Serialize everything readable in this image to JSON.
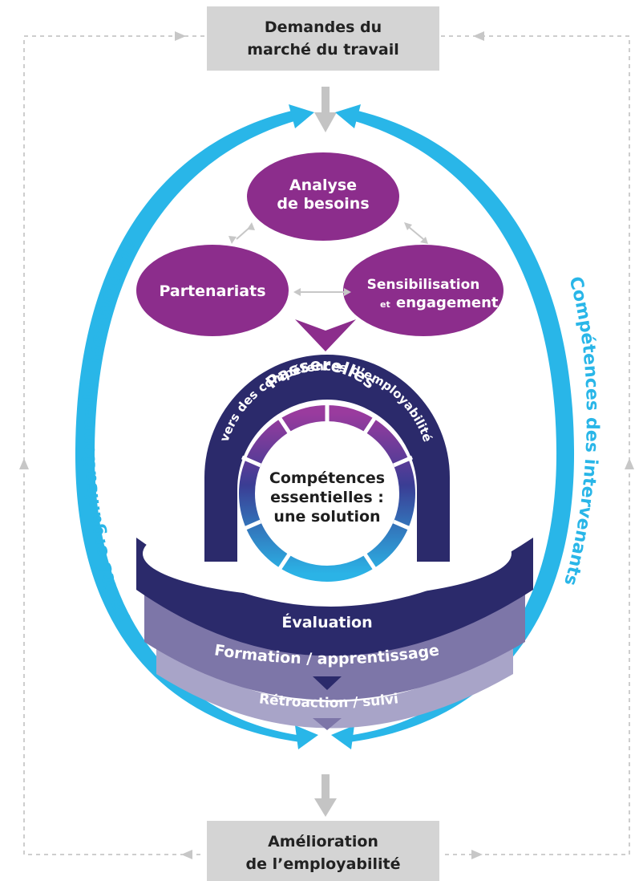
{
  "top_box": {
    "line1": "Demandes du",
    "line2": "marché du travail"
  },
  "bottom_box": {
    "line1": "Amélioration",
    "line2": "de l’employabilité"
  },
  "ovals": {
    "analyse": {
      "line1": "Analyse",
      "line2": "de besoins"
    },
    "partenariats": {
      "label": "Partenariats"
    },
    "sensibilisation": {
      "line1": "Sensibilisation",
      "prefix": "et",
      "line2": "engagement"
    }
  },
  "side_labels": {
    "left": "Capacité organisationnelle / institutionnelle",
    "right": "Compétences des intervenants"
  },
  "arch": {
    "title": "Passerelles",
    "subtitle": "vers des compétences d’employabilité"
  },
  "center": {
    "line1": "Compétences",
    "line2": "essentielles :",
    "line3": "une solution"
  },
  "bands": {
    "evaluation": "Évaluation",
    "formation": "Formation / apprentissage",
    "retroaction": "Rétroaction / suivi"
  },
  "colors": {
    "purple": "#8c2d8c",
    "navy": "#2b2a6b",
    "cyan": "#29b6e8",
    "gray_box": "#d4d4d4",
    "band_mid": "#7d76a8",
    "band_light": "#a8a4c8"
  }
}
